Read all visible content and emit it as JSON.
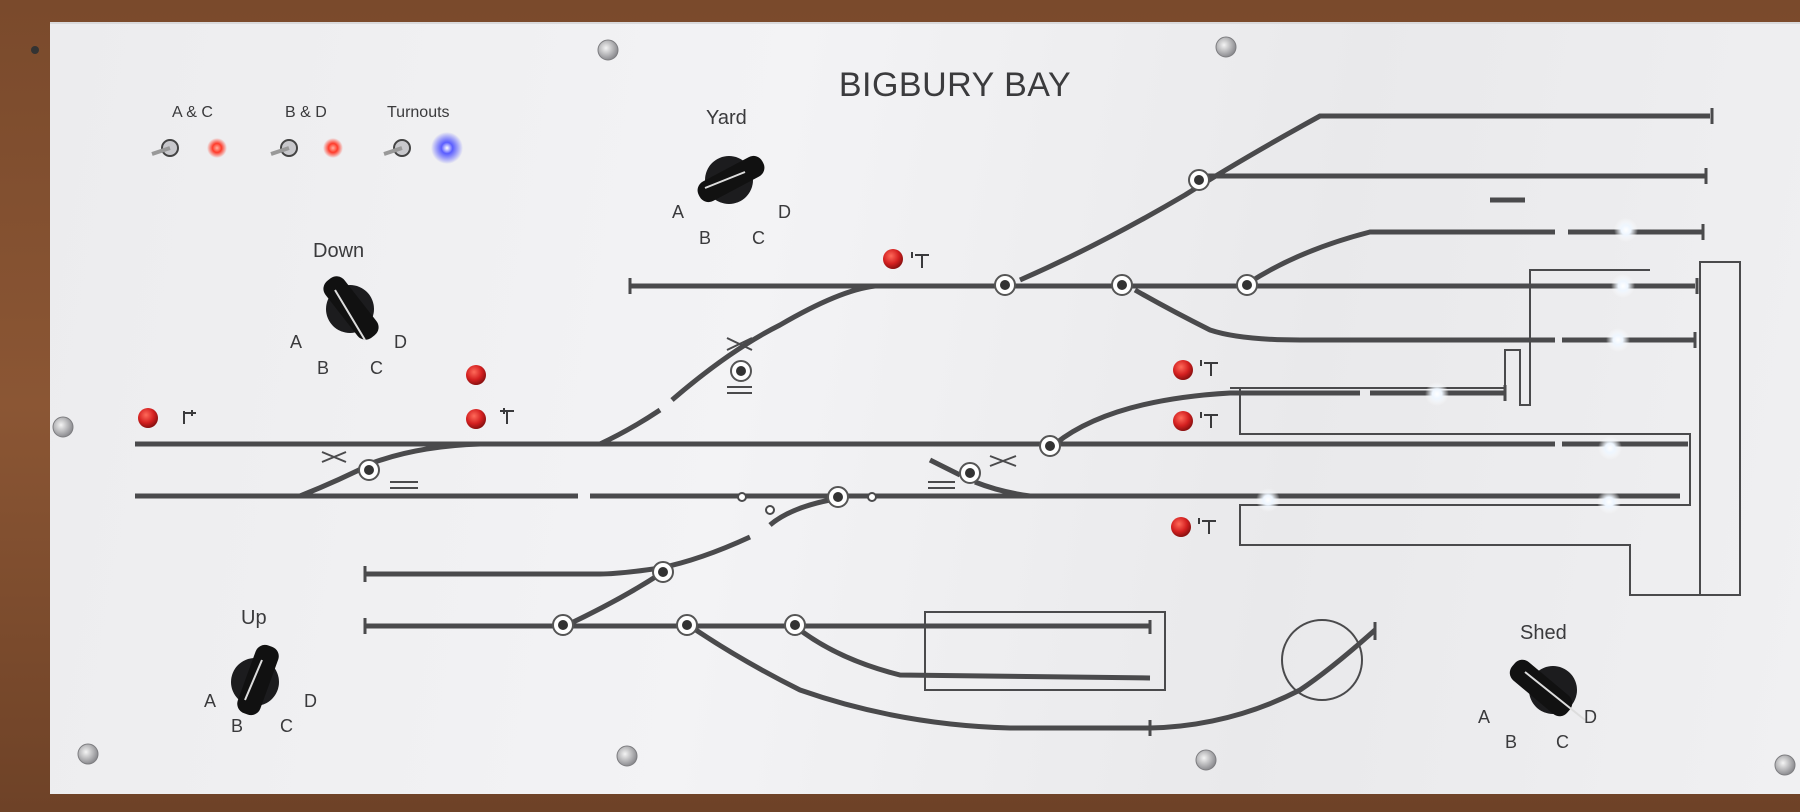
{
  "panel": {
    "title": "BIGBURY BAY",
    "power_switches": [
      {
        "label": "A & C",
        "led_color": "#ff3b2a"
      },
      {
        "label": "B & D",
        "led_color": "#ff3b2a"
      },
      {
        "label": "Turnouts",
        "led_color": "#4a4dff"
      }
    ],
    "selectors": {
      "yard": {
        "label": "Yard",
        "positions": [
          "A",
          "B",
          "C",
          "D"
        ]
      },
      "down": {
        "label": "Down",
        "positions": [
          "A",
          "B",
          "C",
          "D"
        ]
      },
      "up": {
        "label": "Up",
        "positions": [
          "A",
          "B",
          "C",
          "D"
        ]
      },
      "shed": {
        "label": "Shed",
        "positions": [
          "A",
          "B",
          "C",
          "D"
        ]
      }
    }
  },
  "colors": {
    "track": "#4a4a4c",
    "signal_button": "#d42020",
    "section_light": "#ffffff",
    "frame_wood": "#7a4a2c"
  }
}
